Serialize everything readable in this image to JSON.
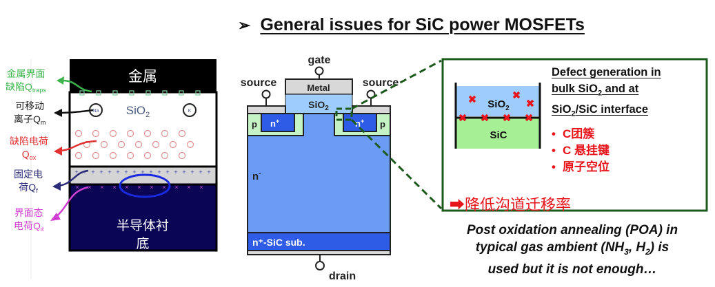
{
  "title": {
    "bullet_icon": "➢",
    "text": "General issues for SiC power MOSFETs"
  },
  "left_diagram": {
    "metal_label": "金属",
    "oxide_label": "SiO",
    "oxide_sub": "2",
    "substrate_label_line1": "半导体衬",
    "substrate_label_line2": "底",
    "ion_na": "Na",
    "ion_k": "K",
    "charge_labels": [
      {
        "line1": "金属界面",
        "line2": "缺陷Q",
        "sub": "traps",
        "color": "#3cb44b"
      },
      {
        "line1": "可移动",
        "line2": "离子Q",
        "sub": "m",
        "color": "#222222"
      },
      {
        "line1": "缺陷电荷",
        "line2": "Q",
        "sub": "ox",
        "color": "#e03030"
      },
      {
        "line1": "固定电",
        "line2": "荷Q",
        "sub": "f",
        "color": "#2a2a78"
      },
      {
        "line1": "界面态",
        "line2": "电荷Q",
        "sub": "it",
        "color": "#d040d0"
      }
    ]
  },
  "mosfet": {
    "gate": "gate",
    "source_left": "source",
    "source_right": "source",
    "metal": "Metal",
    "oxide": "SiO",
    "oxide_sub": "2",
    "p_left": "p",
    "p_right": "p",
    "nplus": "n",
    "nplus_sup": "+",
    "drift": "n",
    "drift_sup": "-",
    "substrate": "n⁺-SiC sub.",
    "drain": "drain"
  },
  "detail_box": {
    "oxide": "SiO",
    "oxide_sub": "2",
    "sic": "SiC",
    "heading_line1": "Defect generation in",
    "heading_line2_a": "bulk SiO",
    "heading_line2_sub": "2",
    "heading_line2_b": " and at",
    "heading_line3_a": "SiO",
    "heading_line3_sub": "2",
    "heading_line3_b": "/SiC interface",
    "bullets": [
      "C团簇",
      "C 悬挂键",
      "原子空位"
    ],
    "result_arrow_icon": "➡",
    "result_text": "降低沟道迁移率"
  },
  "footer_note": {
    "line1": "Post oxidation annealing (POA) in",
    "line2_a": "typical gas ambient (NH",
    "line2_sub1": "3",
    "line2_b": ", H",
    "line2_sub2": "2",
    "line2_c": ") is",
    "line3": "used but it is not enough…"
  },
  "colors": {
    "metal_black": "#000000",
    "substrate_navy": "#0a0554",
    "interface_gray": "#d4d4d4",
    "nplus_blue": "#2e5ce6",
    "drift_blue": "#6a9cf5",
    "oxide_lightblue": "#9fcdfb",
    "p_green": "#c6f3c6",
    "dashed_green": "#1d5a1d",
    "accent_red": "#e8141b"
  }
}
